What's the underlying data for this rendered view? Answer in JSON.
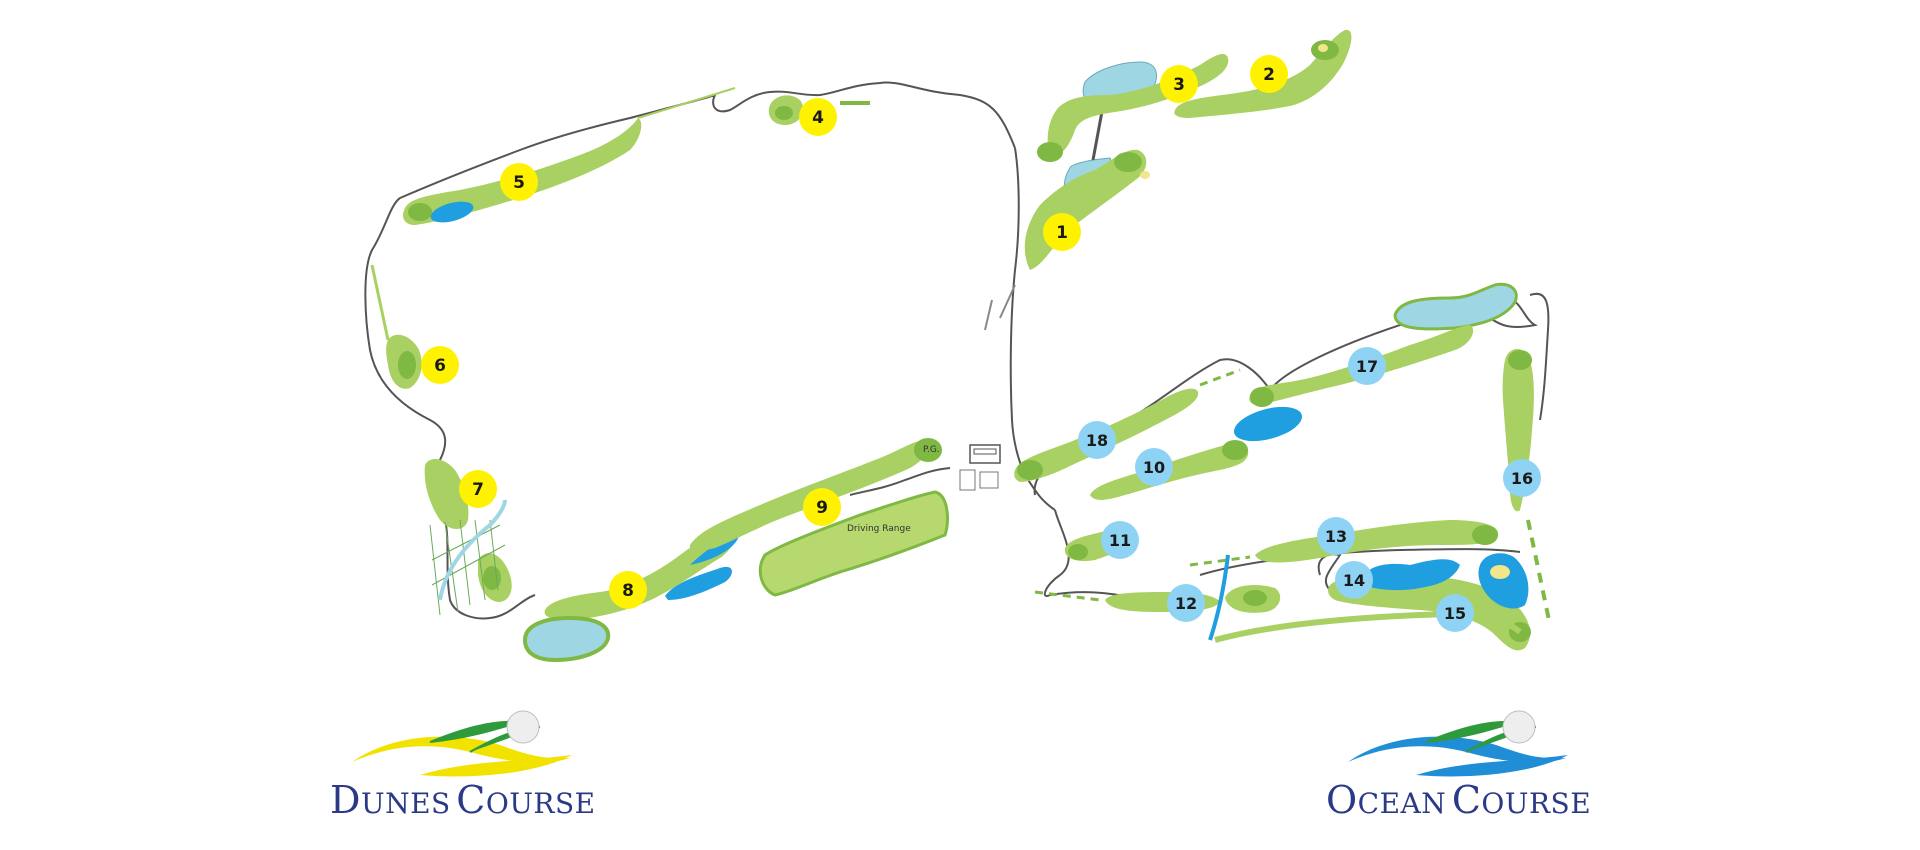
{
  "colors": {
    "fairway": "#a9d062",
    "fairway_dark": "#8ebd4a",
    "green": "#7fb843",
    "bunker": "#f2e58a",
    "lake": "#9fd6e4",
    "pond": "#1f9ee0",
    "path": "#555555",
    "dunes_marker": "#fff200",
    "ocean_marker": "#8fd3f4",
    "marker_text": "#1a1a1a",
    "logo_text": "#2b3a86",
    "dunes_yellow": "#f2e200",
    "dunes_green": "#2e9a3c",
    "ocean_blue": "#1f8ed6"
  },
  "holes": {
    "dunes": [
      "1",
      "2",
      "3",
      "4",
      "5",
      "6",
      "7",
      "8",
      "9"
    ],
    "ocean": [
      "10",
      "11",
      "12",
      "13",
      "14",
      "15",
      "16",
      "17",
      "18"
    ]
  },
  "labels": {
    "driving_range": "Driving Range",
    "practice_green": "P.G."
  },
  "logos": {
    "dunes": {
      "initial_1": "D",
      "rest_1": "UNES",
      "initial_2": "C",
      "rest_2": "OURSE"
    },
    "ocean": {
      "initial_1": "O",
      "rest_1": "CEAN",
      "initial_2": "C",
      "rest_2": "OURSE"
    }
  }
}
